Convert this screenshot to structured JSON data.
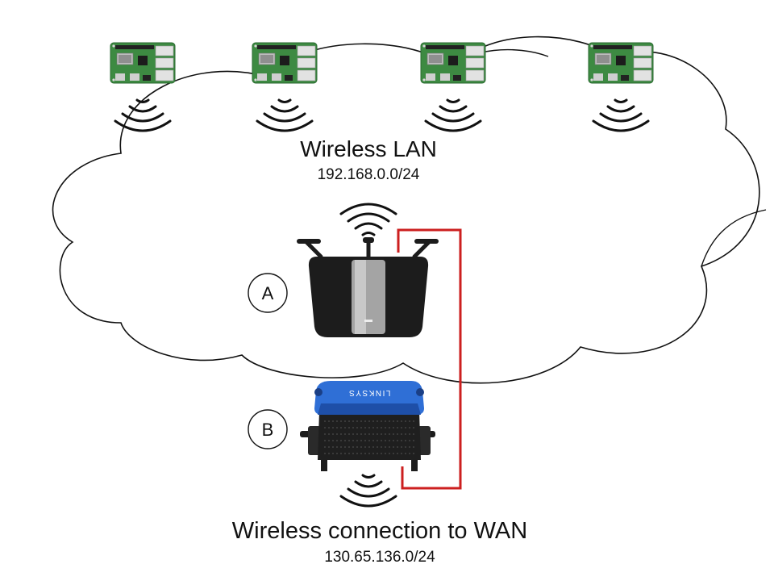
{
  "lan": {
    "title": "Wireless LAN",
    "subnet": "192.168.0.0/24"
  },
  "wan": {
    "title": "Wireless connection to WAN",
    "subnet": "130.65.136.0/24"
  },
  "router_a": {
    "label": "A",
    "icon": "wireless-router-icon"
  },
  "router_b": {
    "label": "B",
    "icon": "linksys-router-icon",
    "brand": "LINKSYS"
  },
  "nodes": [
    {
      "icon": "raspberry-pi-icon"
    },
    {
      "icon": "raspberry-pi-icon"
    },
    {
      "icon": "raspberry-pi-icon"
    },
    {
      "icon": "raspberry-pi-icon"
    }
  ],
  "colors": {
    "cable": "#cc1f1f",
    "board": "#3d8a42",
    "router_a_body": "#1c1c1c",
    "router_b_top": "#2f6fd6",
    "outline": "#111111"
  }
}
